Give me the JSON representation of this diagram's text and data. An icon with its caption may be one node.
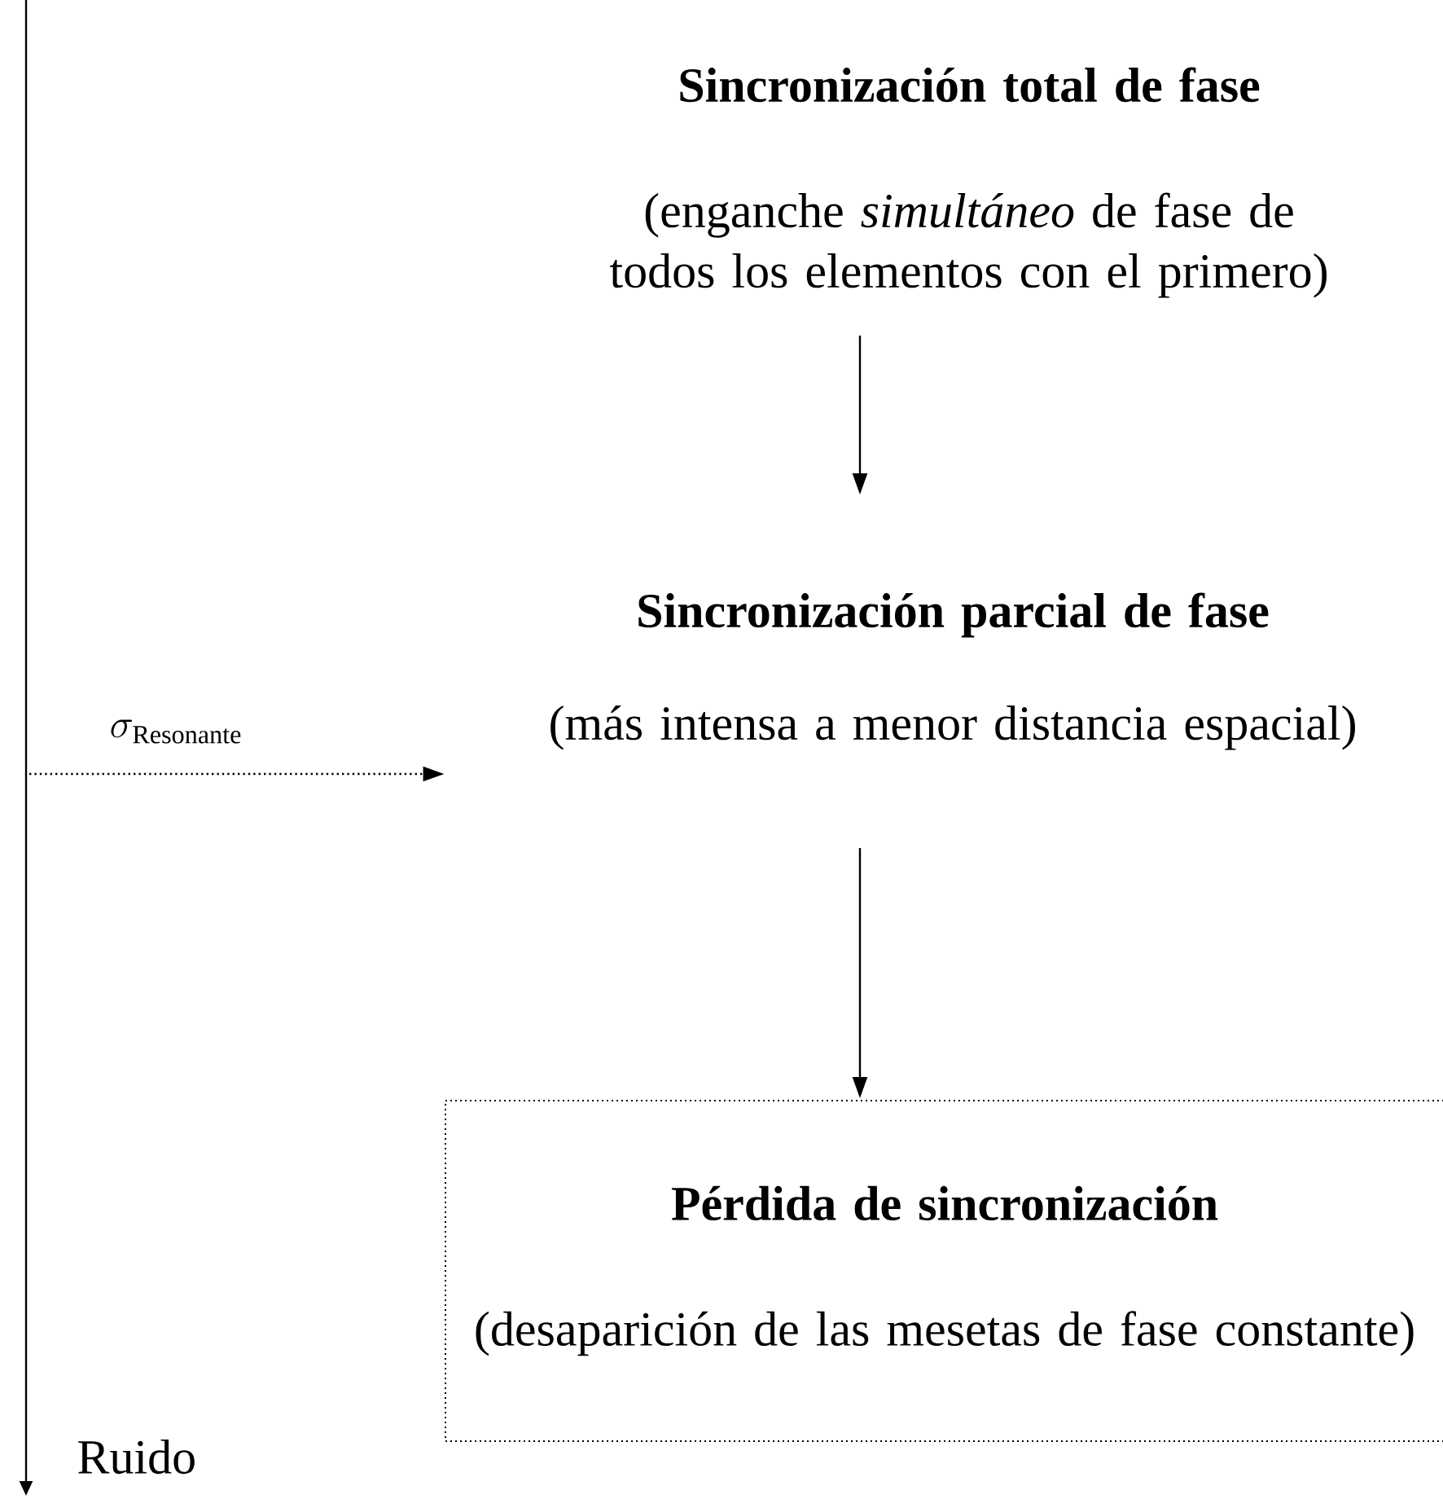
{
  "diagram": {
    "nodes": [
      {
        "text": [
          "Sincronización total de fase",
          "(enganche *simultáneo* de fase de todos los elementos con el primero)"
        ]
      },
      {
        "text": [
          "Sincronización parcial de fase",
          "(más intensa a menor distancia espacial)"
        ]
      },
      {
        "text": [
          "Pérdida de sincronización",
          "(desaparición de las mesetas de fase constante)"
        ]
      }
    ],
    "edges": [
      {
        "from": 0,
        "to": 1,
        "arrow": "to"
      },
      {
        "from": 1,
        "to": 2,
        "arrow": "to"
      },
      {
        "from": null,
        "to": 1,
        "arrow": "to",
        "label": "\\sigma_{\\mathrm{Resonante}}",
        "style": "dashed"
      }
    ],
    "labels": [
      "Ruido"
    ]
  }
}
